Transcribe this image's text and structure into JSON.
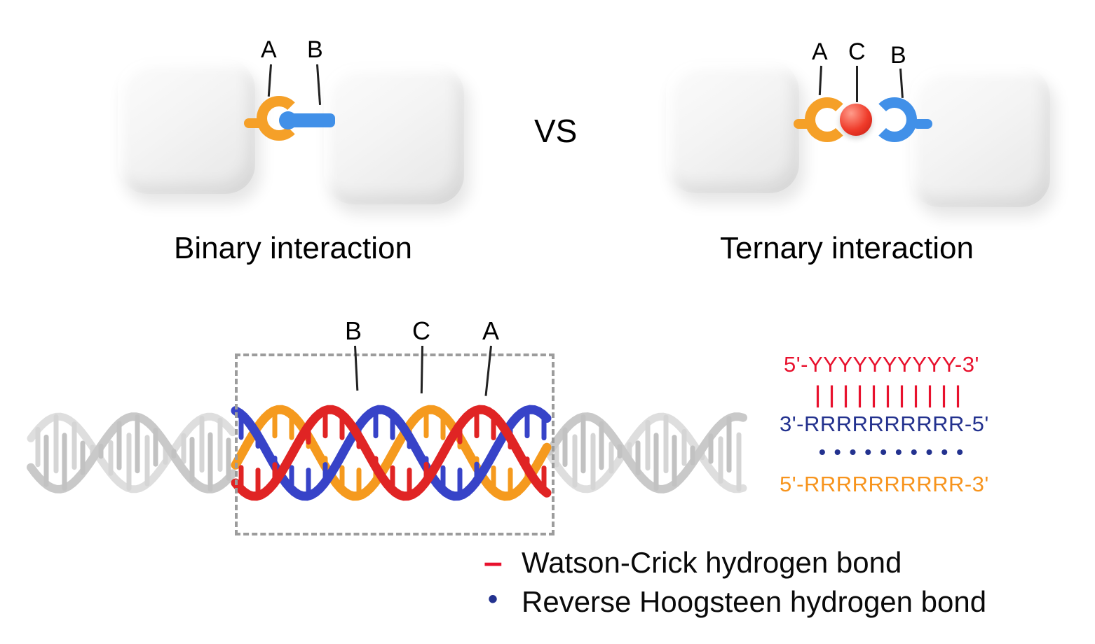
{
  "top": {
    "vs": "VS",
    "binary": {
      "label_a": "A",
      "label_b": "B",
      "caption": "Binary interaction"
    },
    "ternary": {
      "label_a": "A",
      "label_c": "C",
      "label_b": "B",
      "caption": "Ternary interaction"
    }
  },
  "helix": {
    "label_b": "B",
    "label_c": "C",
    "label_a": "A"
  },
  "sequences": {
    "pyrimidine": "5'-YYYYYYYYYY-3'",
    "wc_ticks": "|||||||||||",
    "purine_wc": "3'-RRRRRRRRRR-5'",
    "rh_dots": "••••••••••",
    "purine_rh": "5'-RRRRRRRRRR-3'"
  },
  "legend": {
    "wc_symbol": "–",
    "wc_label": "Watson-Crick hydrogen bond",
    "rh_symbol": "•",
    "rh_label": "Reverse Hoogsteen hydrogen bond"
  },
  "colors": {
    "orange": "#F5A028",
    "blue": "#4190E8",
    "red_sphere": "#EF3B2A",
    "red_text": "#E8112D",
    "navy_text": "#23328F",
    "orange_text": "#F7941D",
    "gray_ribbon": "#CFCFCF"
  }
}
